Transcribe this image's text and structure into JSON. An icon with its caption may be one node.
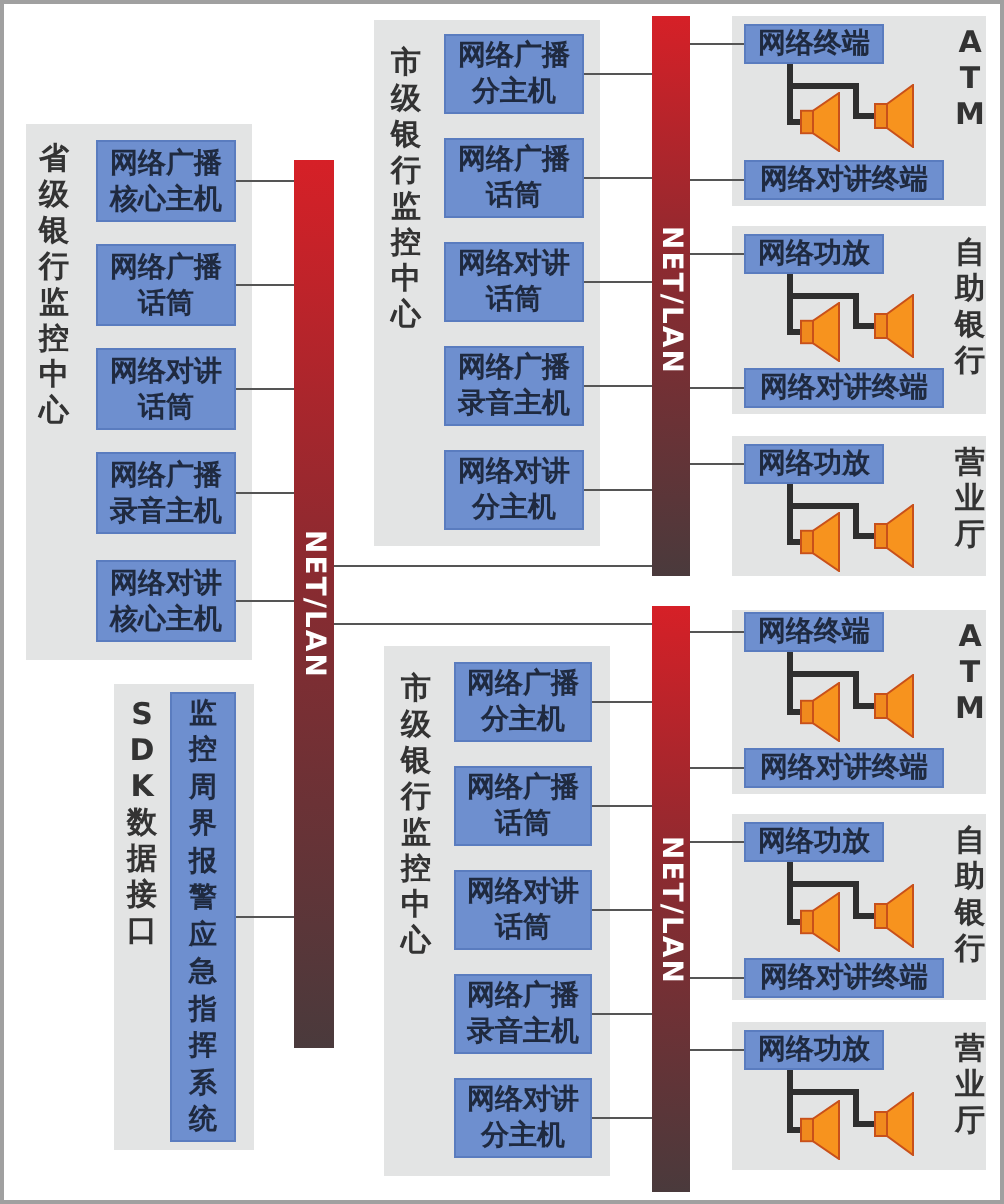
{
  "diagram": {
    "nodes": [
      {
        "text": [
          "省级银行监控中心"
        ]
      },
      {
        "text": [
          "网络广播核心主机"
        ],
        "in": 0
      },
      {
        "text": [
          "网络广播话筒"
        ],
        "in": 0
      },
      {
        "text": [
          "网络对讲话筒"
        ],
        "in": 0
      },
      {
        "text": [
          "网络广播录音主机"
        ],
        "in": 0
      },
      {
        "text": [
          "网络对讲核心主机"
        ],
        "in": 0
      },
      {
        "text": [
          "SDK数据接口"
        ]
      },
      {
        "text": [
          "监控周界报警应急指挥系统"
        ],
        "in": 6
      },
      {
        "text": [
          "NET/LAN"
        ]
      },
      {
        "text": [
          "市级银行监控中心"
        ]
      },
      {
        "text": [
          "网络广播分主机"
        ],
        "in": 9
      },
      {
        "text": [
          "网络广播话筒"
        ],
        "in": 9
      },
      {
        "text": [
          "网络对讲话筒"
        ],
        "in": 9
      },
      {
        "text": [
          "网络广播录音主机"
        ],
        "in": 9
      },
      {
        "text": [
          "网络对讲分主机"
        ],
        "in": 9
      },
      {
        "text": [
          "NET/LAN"
        ]
      },
      {
        "text": [
          "ATM"
        ]
      },
      {
        "text": [
          "网络终端"
        ],
        "in": 16
      },
      {
        "text": [],
        "shape": "speaker",
        "in": 16
      },
      {
        "text": [],
        "shape": "speaker",
        "in": 16
      },
      {
        "text": [
          "网络对讲终端"
        ],
        "in": 16
      },
      {
        "text": [
          "自助银行"
        ]
      },
      {
        "text": [
          "网络功放"
        ],
        "in": 21
      },
      {
        "text": [],
        "shape": "speaker",
        "in": 21
      },
      {
        "text": [],
        "shape": "speaker",
        "in": 21
      },
      {
        "text": [
          "网络对讲终端"
        ],
        "in": 21
      },
      {
        "text": [
          "营业厅"
        ]
      },
      {
        "text": [
          "网络功放"
        ],
        "in": 26
      },
      {
        "text": [],
        "shape": "speaker",
        "in": 26
      },
      {
        "text": [],
        "shape": "speaker",
        "in": 26
      },
      {
        "text": [
          "市级银行监控中心"
        ]
      },
      {
        "text": [
          "网络广播分主机"
        ],
        "in": 30
      },
      {
        "text": [
          "网络广播话筒"
        ],
        "in": 30
      },
      {
        "text": [
          "网络对讲话筒"
        ],
        "in": 30
      },
      {
        "text": [
          "网络广播录音主机"
        ],
        "in": 30
      },
      {
        "text": [
          "网络对讲分主机"
        ],
        "in": 30
      },
      {
        "text": [
          "NET/LAN"
        ]
      },
      {
        "text": [
          "ATM"
        ]
      },
      {
        "text": [
          "网络终端"
        ],
        "in": 37
      },
      {
        "text": [],
        "shape": "speaker",
        "in": 37
      },
      {
        "text": [],
        "shape": "speaker",
        "in": 37
      },
      {
        "text": [
          "网络对讲终端"
        ],
        "in": 37
      },
      {
        "text": [
          "自助银行"
        ]
      },
      {
        "text": [
          "网络功放"
        ],
        "in": 42
      },
      {
        "text": [],
        "shape": "speaker",
        "in": 42
      },
      {
        "text": [],
        "shape": "speaker",
        "in": 42
      },
      {
        "text": [
          "网络对讲终端"
        ],
        "in": 42
      },
      {
        "text": [
          "营业厅"
        ]
      },
      {
        "text": [
          "网络功放"
        ],
        "in": 47
      },
      {
        "text": [],
        "shape": "speaker",
        "in": 47
      },
      {
        "text": [],
        "shape": "speaker",
        "in": 47
      }
    ],
    "edges": [
      {
        "from": 1,
        "to": 8,
        "arrow": "none"
      },
      {
        "from": 2,
        "to": 8,
        "arrow": "none"
      },
      {
        "from": 3,
        "to": 8,
        "arrow": "none"
      },
      {
        "from": 4,
        "to": 8,
        "arrow": "none"
      },
      {
        "from": 5,
        "to": 8,
        "arrow": "none"
      },
      {
        "from": 7,
        "to": 8,
        "arrow": "none"
      },
      {
        "from": 8,
        "to": 15,
        "arrow": "none"
      },
      {
        "from": 8,
        "to": 36,
        "arrow": "none"
      },
      {
        "from": 10,
        "to": 15,
        "arrow": "none"
      },
      {
        "from": 11,
        "to": 15,
        "arrow": "none"
      },
      {
        "from": 12,
        "to": 15,
        "arrow": "none"
      },
      {
        "from": 13,
        "to": 15,
        "arrow": "none"
      },
      {
        "from": 14,
        "to": 15,
        "arrow": "none"
      },
      {
        "from": 17,
        "to": 15,
        "arrow": "none"
      },
      {
        "from": 17,
        "to": 18,
        "arrow": "none",
        "style": "thick"
      },
      {
        "from": 17,
        "to": 19,
        "arrow": "none",
        "style": "thick"
      },
      {
        "from": 20,
        "to": 15,
        "arrow": "none"
      },
      {
        "from": 22,
        "to": 15,
        "arrow": "none"
      },
      {
        "from": 22,
        "to": 23,
        "arrow": "none",
        "style": "thick"
      },
      {
        "from": 22,
        "to": 24,
        "arrow": "none",
        "style": "thick"
      },
      {
        "from": 25,
        "to": 15,
        "arrow": "none"
      },
      {
        "from": 27,
        "to": 15,
        "arrow": "none"
      },
      {
        "from": 27,
        "to": 28,
        "arrow": "none",
        "style": "thick"
      },
      {
        "from": 27,
        "to": 29,
        "arrow": "none",
        "style": "thick"
      },
      {
        "from": 31,
        "to": 36,
        "arrow": "none"
      },
      {
        "from": 32,
        "to": 36,
        "arrow": "none"
      },
      {
        "from": 33,
        "to": 36,
        "arrow": "none"
      },
      {
        "from": 34,
        "to": 36,
        "arrow": "none"
      },
      {
        "from": 35,
        "to": 36,
        "arrow": "none"
      },
      {
        "from": 38,
        "to": 36,
        "arrow": "none"
      },
      {
        "from": 38,
        "to": 39,
        "arrow": "none",
        "style": "thick"
      },
      {
        "from": 38,
        "to": 40,
        "arrow": "none",
        "style": "thick"
      },
      {
        "from": 41,
        "to": 36,
        "arrow": "none"
      },
      {
        "from": 43,
        "to": 36,
        "arrow": "none"
      },
      {
        "from": 43,
        "to": 44,
        "arrow": "none",
        "style": "thick"
      },
      {
        "from": 43,
        "to": 45,
        "arrow": "none",
        "style": "thick"
      },
      {
        "from": 46,
        "to": 36,
        "arrow": "none"
      },
      {
        "from": 48,
        "to": 36,
        "arrow": "none"
      },
      {
        "from": 48,
        "to": 49,
        "arrow": "none",
        "style": "thick"
      },
      {
        "from": 48,
        "to": 50,
        "arrow": "none",
        "style": "thick"
      }
    ]
  }
}
